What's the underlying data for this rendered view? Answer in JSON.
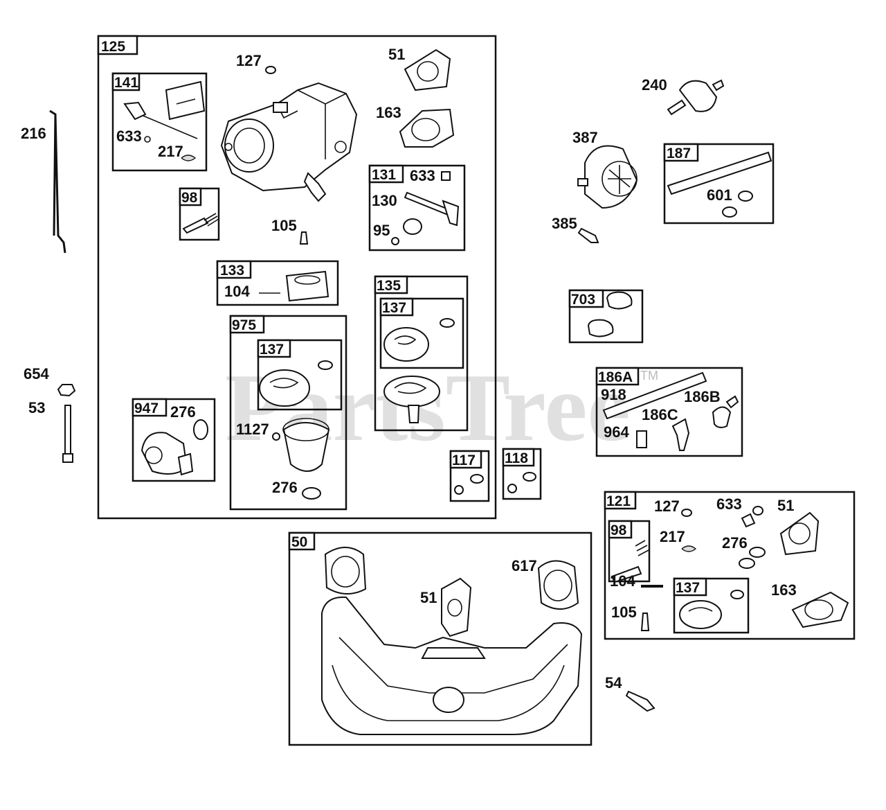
{
  "watermark": {
    "text": "PartsTree",
    "tm": "TM"
  },
  "groups": {
    "g125": "125",
    "g141": "141",
    "g98a": "98",
    "g133": "133",
    "g131": "131",
    "g135": "135",
    "g137a": "137",
    "g975": "975",
    "g137b": "137",
    "g947": "947",
    "g117": "117",
    "g118": "118",
    "g187": "187",
    "g703": "703",
    "g186A": "186A",
    "g121": "121",
    "g98b": "98",
    "g137c": "137",
    "g50": "50"
  },
  "labels": {
    "l127a": "127",
    "l51a": "51",
    "l163a": "163",
    "l633a": "633",
    "l217a": "217",
    "l105a": "105",
    "l633b": "633",
    "l130": "130",
    "l95": "95",
    "l104a": "104",
    "l1127": "1127",
    "l276a": "276",
    "l276b": "276",
    "l216": "216",
    "l654": "654",
    "l53": "53",
    "l240": "240",
    "l387": "387",
    "l385": "385",
    "l601": "601",
    "l918": "918",
    "l186B": "186B",
    "l186C": "186C",
    "l964": "964",
    "l127b": "127",
    "l633c": "633",
    "l51b": "51",
    "l217b": "217",
    "l276c": "276",
    "l104b": "104",
    "l105b": "105",
    "l163b": "163",
    "l617": "617",
    "l51c": "51",
    "l54": "54"
  }
}
